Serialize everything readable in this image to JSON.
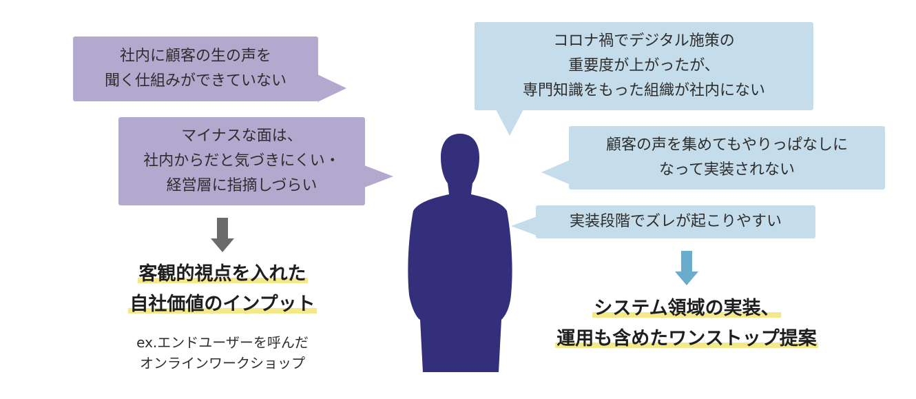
{
  "bubbles": {
    "left_1": [
      "社内に顧客の生の声を",
      "聞く仕組みができていない"
    ],
    "left_2": [
      "マイナスな面は、",
      "社内からだと気づきにくい・",
      "経営層に指摘しづらい"
    ],
    "right_1": [
      "コロナ禍でデジタル施策の",
      "重要度が上がったが、",
      "専門知識をもった組織が社内にない"
    ],
    "right_2": [
      "顧客の声を集めてもやりっぱなしに",
      "なって実装されない"
    ],
    "right_3": [
      "実装段階でズレが起こりやすい"
    ]
  },
  "left_conclusion": [
    "客観的視点を入れた",
    "自社価値のインプット"
  ],
  "left_note": [
    "ex.エンドユーザーを呼んだ",
    "オンラインワークショップ"
  ],
  "right_conclusion": [
    "システム領域の実装、",
    "運用も含めたワンストップ提案"
  ],
  "colors": {
    "purple_bubble": "#b3a8ce",
    "blue_bubble": "#c5dcea",
    "person": "#332f7a",
    "left_arrow": "#6b6b6b",
    "right_arrow": "#6aaccc",
    "highlight": "#f3e98a"
  }
}
